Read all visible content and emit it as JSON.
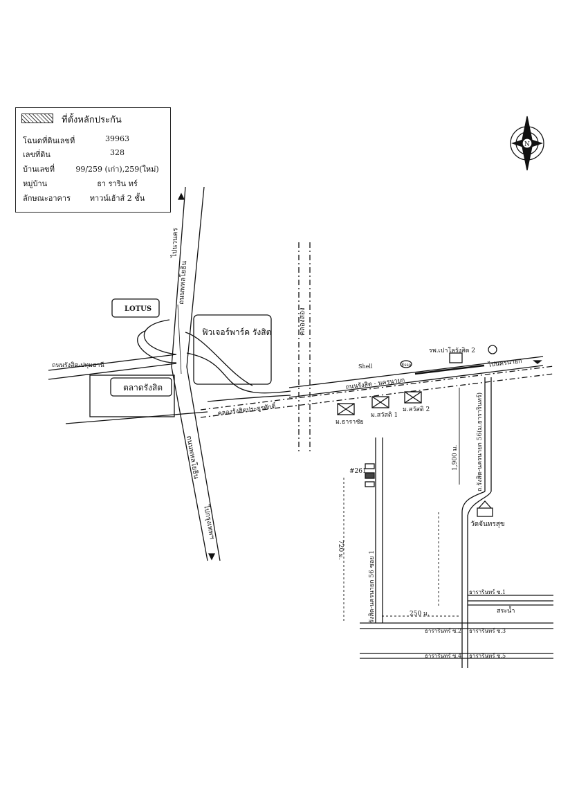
{
  "legend": {
    "title": "ที่ตั้งหลักประกัน",
    "rows": [
      {
        "key": "โฉนดที่ดินเลขที่",
        "value": "39963"
      },
      {
        "key": "เลขที่ดิน",
        "value": "328"
      },
      {
        "key": "บ้านเลขที่",
        "value": "99/259 (เก่า),259(ใหม่)"
      },
      {
        "key": "หมู่บ้าน",
        "value": "ธา ราริน ทร์"
      },
      {
        "key": "ลักษณะอาคาร",
        "value": "ทาวน์เฮ้าส์ 2 ชั้น"
      }
    ]
  },
  "compass": {
    "letter": "N",
    "icon": "north-arrow-icon"
  },
  "labels": {
    "to_nava_nakorn": "ไปนวนคร",
    "paholyothin_top": "ถนนพหลโยธิน",
    "paholyothin_bottom": "ถนนพหลโยธิน",
    "to_bangkok": "ไปกรุงเทพฯ",
    "lotus": "LOTUS",
    "future_park": "ฟิวเจอร์พาร์ค รังสิต",
    "talad_rangsit": "ตลาดรังสิต",
    "rangsit_pathum_rd": "ถนนรังสิต-ปทุมธานี",
    "khlong_song": "คลองสอง",
    "rangsit_nakhonnayok_rd": "ถนนรังสิต - นครนายก",
    "to_nakhonnayok": "ไปนครนายก",
    "khlong_rangsit_prayoonsak": "คลองรังสิตประยูรศักดิ์",
    "hospital": "รพ.เปาโลรังสิต 2",
    "vil_tharachai": "ม.ธาราชัย",
    "vil_sawan1": "ม.สวัสดิ 1",
    "vil_sawan2": "ม.สวัสดิ 2",
    "dist_1900": "1,900 ม.",
    "soi_56": "ถ.รังสิต-นครนายก 56(ม.ธารารินทร์)",
    "wat": "วัดจันทรสุข",
    "house_no": "#261",
    "dist_720": "720 ม.",
    "soi_56_1": "รังสิต-นครนายก 56 ซอย 1",
    "dist_250": "250 ม.",
    "soi_1": "ธารารินทร์ ซ.1",
    "pond": "สระน้ำ",
    "soi_2": "ธารารินทร์ ซ.2",
    "soi_3": "ธารารินทร์ ซ.3",
    "soi_4": "ธารารินทร์ ซ.4",
    "soi_5": "ธารารินทร์ ซ.5",
    "gs1": "Shell",
    "gs2": "Esso"
  }
}
